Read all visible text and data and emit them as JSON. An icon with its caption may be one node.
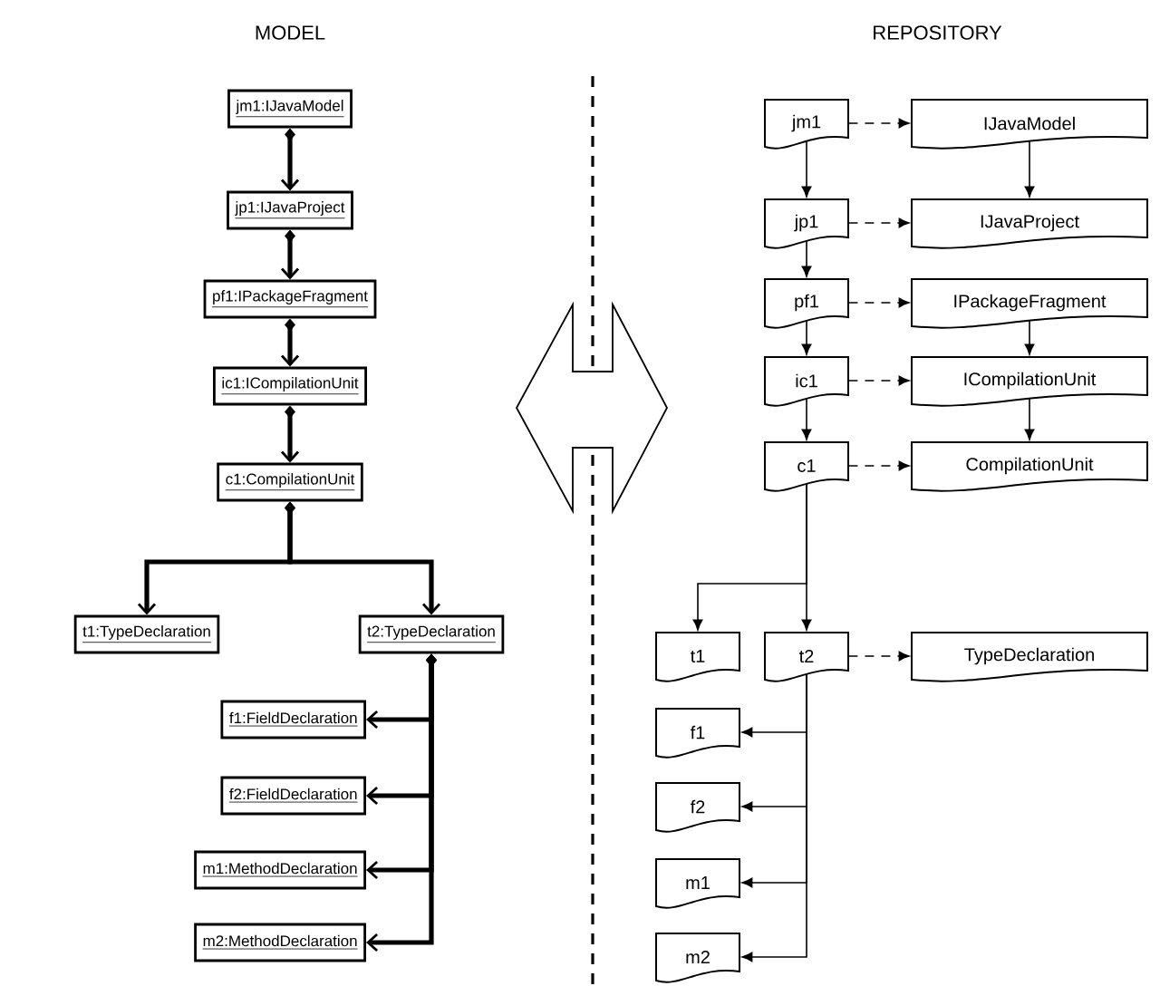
{
  "diagram": {
    "nodes": [
      {
        "text": [
          "jm1:IJavaModel"
        ]
      },
      {
        "text": [
          "jp1:IJavaProject"
        ]
      },
      {
        "text": [
          "pf1:IPackageFragment"
        ]
      },
      {
        "text": [
          "ic1:ICompilationUnit"
        ]
      },
      {
        "text": [
          "c1:CompilationUnit"
        ]
      },
      {
        "text": [
          "t1:TypeDeclaration"
        ]
      },
      {
        "text": [
          "t2:TypeDeclaration"
        ]
      },
      {
        "text": [
          "f1:FieldDeclaration"
        ]
      },
      {
        "text": [
          "f2:FieldDeclaration"
        ]
      },
      {
        "text": [
          "m1:MethodDeclaration"
        ]
      },
      {
        "text": [
          "m2:MethodDeclaration"
        ]
      },
      {
        "text": [
          "jm1"
        ]
      },
      {
        "text": [
          "IJavaModel"
        ]
      },
      {
        "text": [
          "jp1"
        ]
      },
      {
        "text": [
          "IJavaProject"
        ]
      },
      {
        "text": [
          "pf1"
        ]
      },
      {
        "text": [
          "IPackageFragment"
        ]
      },
      {
        "text": [
          "ic1"
        ]
      },
      {
        "text": [
          "ICompilationUnit"
        ]
      },
      {
        "text": [
          "c1"
        ]
      },
      {
        "text": [
          "CompilationUnit"
        ]
      },
      {
        "text": [
          "t1"
        ]
      },
      {
        "text": [
          "t2"
        ]
      },
      {
        "text": [
          "TypeDeclaration"
        ]
      },
      {
        "text": [
          "f1"
        ]
      },
      {
        "text": [
          "f2"
        ]
      },
      {
        "text": [
          "m1"
        ]
      },
      {
        "text": [
          "m2"
        ]
      }
    ],
    "edges": [
      {
        "from": 0,
        "to": 1,
        "arrow": "to",
        "style": "thick"
      },
      {
        "from": 1,
        "to": 2,
        "arrow": "to",
        "style": "thick"
      },
      {
        "from": 2,
        "to": 3,
        "arrow": "to",
        "style": "thick"
      },
      {
        "from": 3,
        "to": 4,
        "arrow": "to",
        "style": "thick"
      },
      {
        "from": 4,
        "to": 5,
        "arrow": "to",
        "style": "thick"
      },
      {
        "from": 4,
        "to": 6,
        "arrow": "to",
        "style": "thick"
      },
      {
        "from": 6,
        "to": 7,
        "arrow": "to",
        "style": "thick"
      },
      {
        "from": 6,
        "to": 8,
        "arrow": "to",
        "style": "thick"
      },
      {
        "from": 6,
        "to": 9,
        "arrow": "to",
        "style": "thick"
      },
      {
        "from": 6,
        "to": 10,
        "arrow": "to",
        "style": "thick"
      },
      {
        "from": 11,
        "to": 13,
        "arrow": "to"
      },
      {
        "from": 13,
        "to": 15,
        "arrow": "to"
      },
      {
        "from": 15,
        "to": 17,
        "arrow": "to"
      },
      {
        "from": 17,
        "to": 19,
        "arrow": "to"
      },
      {
        "from": 19,
        "to": 21,
        "arrow": "to"
      },
      {
        "from": 19,
        "to": 22,
        "arrow": "to"
      },
      {
        "from": 22,
        "to": 24,
        "arrow": "to"
      },
      {
        "from": 22,
        "to": 25,
        "arrow": "to"
      },
      {
        "from": 22,
        "to": 26,
        "arrow": "to"
      },
      {
        "from": 22,
        "to": 27,
        "arrow": "to"
      },
      {
        "from": 11,
        "to": 12,
        "arrow": "to",
        "style": "dashed"
      },
      {
        "from": 13,
        "to": 14,
        "arrow": "to",
        "style": "dashed"
      },
      {
        "from": 15,
        "to": 16,
        "arrow": "to",
        "style": "dashed"
      },
      {
        "from": 17,
        "to": 18,
        "arrow": "to",
        "style": "dashed"
      },
      {
        "from": 19,
        "to": 20,
        "arrow": "to",
        "style": "dashed"
      },
      {
        "from": 22,
        "to": 23,
        "arrow": "to",
        "style": "dashed"
      },
      {
        "from": 12,
        "to": 14,
        "arrow": "to"
      },
      {
        "from": 16,
        "to": 18,
        "arrow": "to"
      },
      {
        "from": 18,
        "to": 20,
        "arrow": "to"
      }
    ],
    "labels": [
      "MODEL",
      "REPOSITORY"
    ]
  }
}
